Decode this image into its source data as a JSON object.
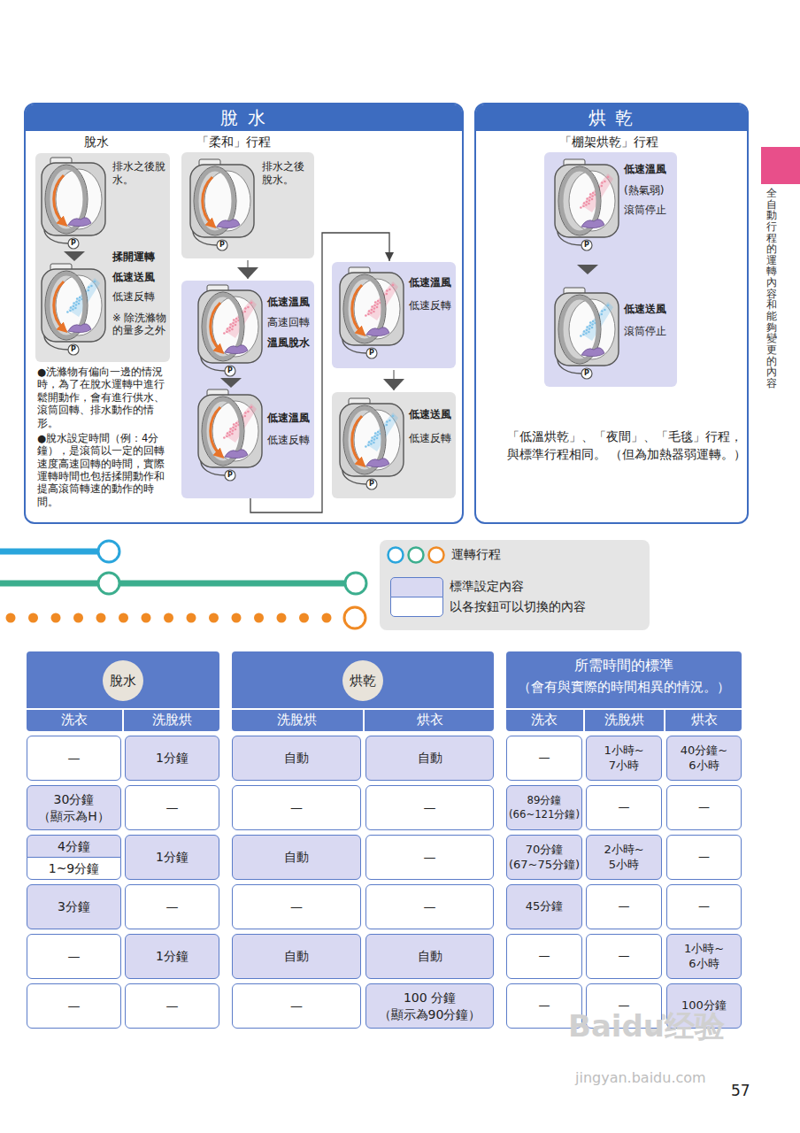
{
  "diagram": {
    "nodes": [
      {
        "text": [
          "脫 水"
        ]
      },
      {
        "text": [
          "脫水",
          "排水之後脫水。",
          "揉開運轉",
          "低速送風",
          "低速反轉",
          "※ 除洗滌物的量多之外"
        ],
        "in": 0
      },
      {
        "text": [
          "「柔和」行程",
          "排水之後脫水。"
        ],
        "in": 0
      },
      {
        "text": [
          "低速溫風",
          "高速回轉",
          "溫風脫水",
          "低速溫風",
          "低速反轉"
        ],
        "in": 0
      },
      {
        "text": [
          "低速溫風",
          "低速反轉"
        ],
        "in": 0
      },
      {
        "text": [
          "低速送風",
          "低速反轉"
        ],
        "in": 0
      },
      {
        "text": [
          "烘 乾"
        ]
      },
      {
        "text": [
          "「棚架烘乾」行程",
          "低速溫風",
          "(熱氣弱)",
          "滾筒停止",
          "低速送風",
          "滾筒停止"
        ],
        "in": 6
      }
    ],
    "edges": [
      {
        "from": 2,
        "to": 3,
        "arrow": "to"
      },
      {
        "from": 3,
        "to": 4,
        "arrow": "to"
      },
      {
        "from": 4,
        "to": 5,
        "arrow": "to"
      }
    ],
    "labels": [
      "●洗滌物有偏向一邊的情況時，為了在脫水運轉中進行鬆開動作，會有進行供水、滾筒回轉、排水動作的情形。",
      "●脫水設定時間（例：4分鐘），是滾筒以一定的回轉速度高速回轉的時間，實際運轉時間也包括揉開動作和提高滾筒轉速的動作的時間。",
      "「低溫烘乾」、「夜間」、「毛毯」行程，與標準行程相同。 （但為加熱器弱運轉。）",
      "全自動行程的運轉內容和能夠變更的內容",
      "脫水",
      "洗衣",
      "洗脫烘",
      "—",
      "1分鐘",
      "30分鐘 （顯示為H）",
      "—",
      "4分鐘",
      "1~9分鐘",
      "1分鐘",
      "3分鐘",
      "—",
      "—",
      "1分鐘",
      "—",
      "—",
      "烘乾",
      "洗脫烘",
      "烘衣",
      "自動",
      "自動",
      "—",
      "—",
      "自動",
      "—",
      "—",
      "—",
      "自動",
      "自動",
      "—",
      "100 分鐘 （顯示為90分鐘）",
      "所需時間的標準",
      "（會有與實際的時間相異的情況。）",
      "洗衣",
      "洗脫烘",
      "烘衣",
      "—",
      "1小時~ 7小時",
      "40分鐘~ 6小時",
      "89分鐘 (66~121分鐘)",
      "—",
      "—",
      "70分鐘 (67~75分鐘)",
      "2小時~ 5小時",
      "—",
      "45分鐘",
      "—",
      "—",
      "—",
      "—",
      "1小時~ 6小時",
      "—",
      "—",
      "100分鐘",
      "P",
      "P",
      "P",
      "P",
      "P",
      "P",
      "P",
      "P",
      "P",
      "Baidu经验",
      "jingyan.baidu.com",
      "57"
    ],
    "legend": [
      {
        "text": "運轉行程"
      },
      {
        "text": "標準設定內容",
        "color": "#d9d9f2"
      },
      {
        "text": "以各按鈕可以切換的內容",
        "color": "#ffffff"
      }
    ]
  }
}
